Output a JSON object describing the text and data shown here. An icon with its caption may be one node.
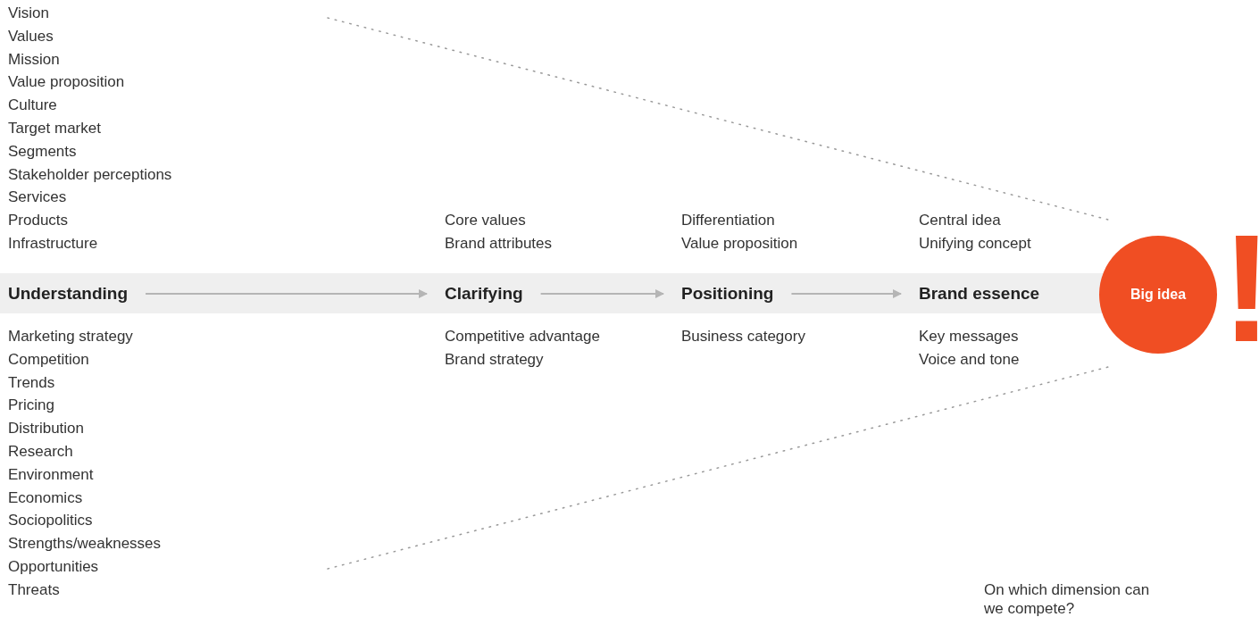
{
  "diagram": {
    "nodes": [
      {
        "text": [
          "Understanding"
        ],
        "beside": [
          "Vision",
          "Values",
          "Mission",
          "Value proposition",
          "Culture",
          "Target market",
          "Segments",
          "Stakeholder perceptions",
          "Services",
          "Products",
          "Infrastructure",
          "Marketing strategy",
          "Competition",
          "Trends",
          "Pricing",
          "Distribution",
          "Research",
          "Environment",
          "Economics",
          "Sociopolitics",
          "Strengths/weaknesses",
          "Opportunities",
          "Threats"
        ]
      },
      {
        "text": [
          "Clarifying"
        ],
        "beside": [
          "Core values",
          "Brand attributes",
          "Competitive advantage",
          "Brand strategy"
        ]
      },
      {
        "text": [
          "Positioning"
        ],
        "beside": [
          "Differentiation",
          "Value proposition",
          "Business category"
        ]
      },
      {
        "text": [
          "Brand essence"
        ],
        "beside": [
          "Central idea",
          "Unifying concept",
          "Key messages",
          "Voice and tone"
        ]
      },
      {
        "text": [
          "Big idea"
        ]
      }
    ],
    "edges": [
      {
        "from": 0,
        "to": 1,
        "arrow": "to"
      },
      {
        "from": 1,
        "to": 2,
        "arrow": "to"
      },
      {
        "from": 2,
        "to": 3,
        "arrow": "to"
      }
    ],
    "labels": [
      "!",
      "On which dimension can we compete?"
    ]
  }
}
